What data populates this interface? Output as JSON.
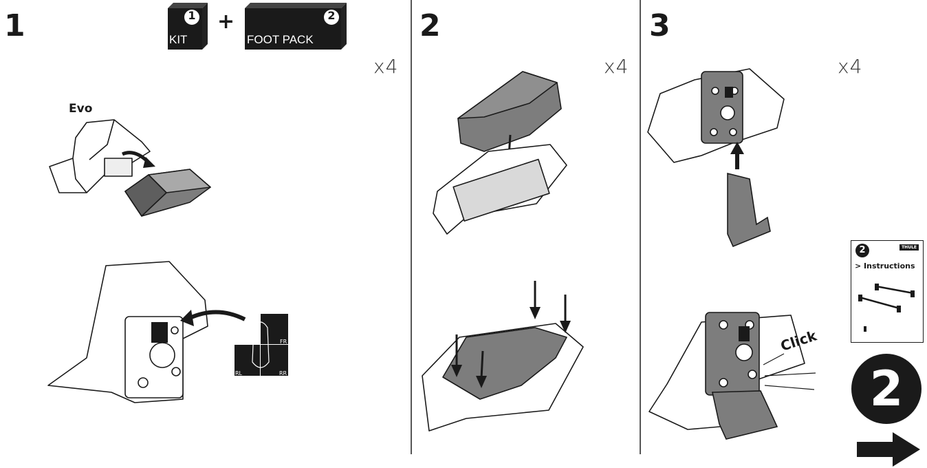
{
  "steps": [
    {
      "number": "1",
      "multiplier": "x4"
    },
    {
      "number": "2",
      "multiplier": "x4"
    },
    {
      "number": "3",
      "multiplier": "x4"
    }
  ],
  "step1": {
    "kit_badge": "1",
    "kit_label": "KIT",
    "plus": "+",
    "foot_pack_badge": "2",
    "foot_pack_label": "FOOT PACK",
    "evo_label": "Evo",
    "positions": {
      "fr": "FR",
      "rl": "RL",
      "rr": "RR"
    }
  },
  "step3": {
    "click_label": "Click",
    "booklet": {
      "badge": "2",
      "brand": "THULE",
      "title": "> Instructions"
    },
    "next_number": "2"
  },
  "colors": {
    "ink": "#1a1a1a",
    "grey_part": "#7d7d7d",
    "light_part": "#d9d9d9"
  }
}
